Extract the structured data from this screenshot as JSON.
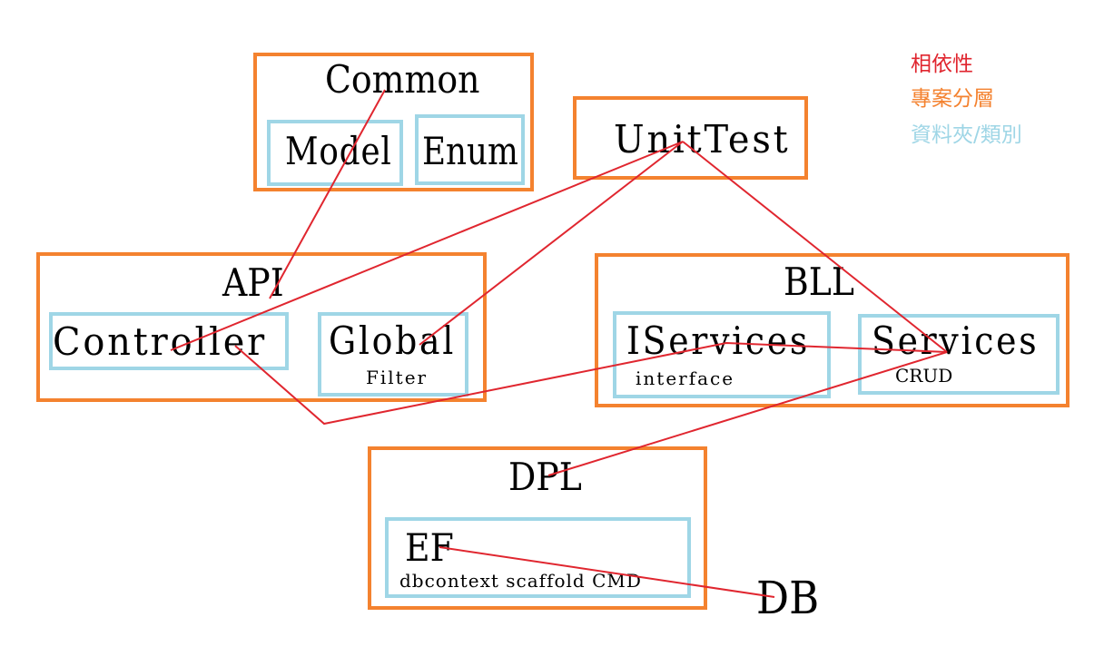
{
  "legend": {
    "dependency": "相依性",
    "project_layer": "專案分層",
    "folder_class": "資料夾/類別"
  },
  "colors": {
    "dependency": "#e0262f",
    "project_layer": "#f4822f",
    "folder_class": "#9fd6e6"
  },
  "layers": {
    "common": {
      "title": "Common",
      "model": "Model",
      "enum": "Enum"
    },
    "unittest": {
      "title": "UnitTest"
    },
    "api": {
      "title": "API",
      "controller": "Controller",
      "global": "Global",
      "global_sub": "Filter"
    },
    "bll": {
      "title": "BLL",
      "iservices": "IServices",
      "iservices_sub": "interface",
      "services": "Services",
      "services_sub": "CRUD"
    },
    "dpl": {
      "title": "DPL",
      "ef": "EF",
      "ef_sub": "dbcontext scaffold CMD"
    },
    "db": "DB"
  }
}
